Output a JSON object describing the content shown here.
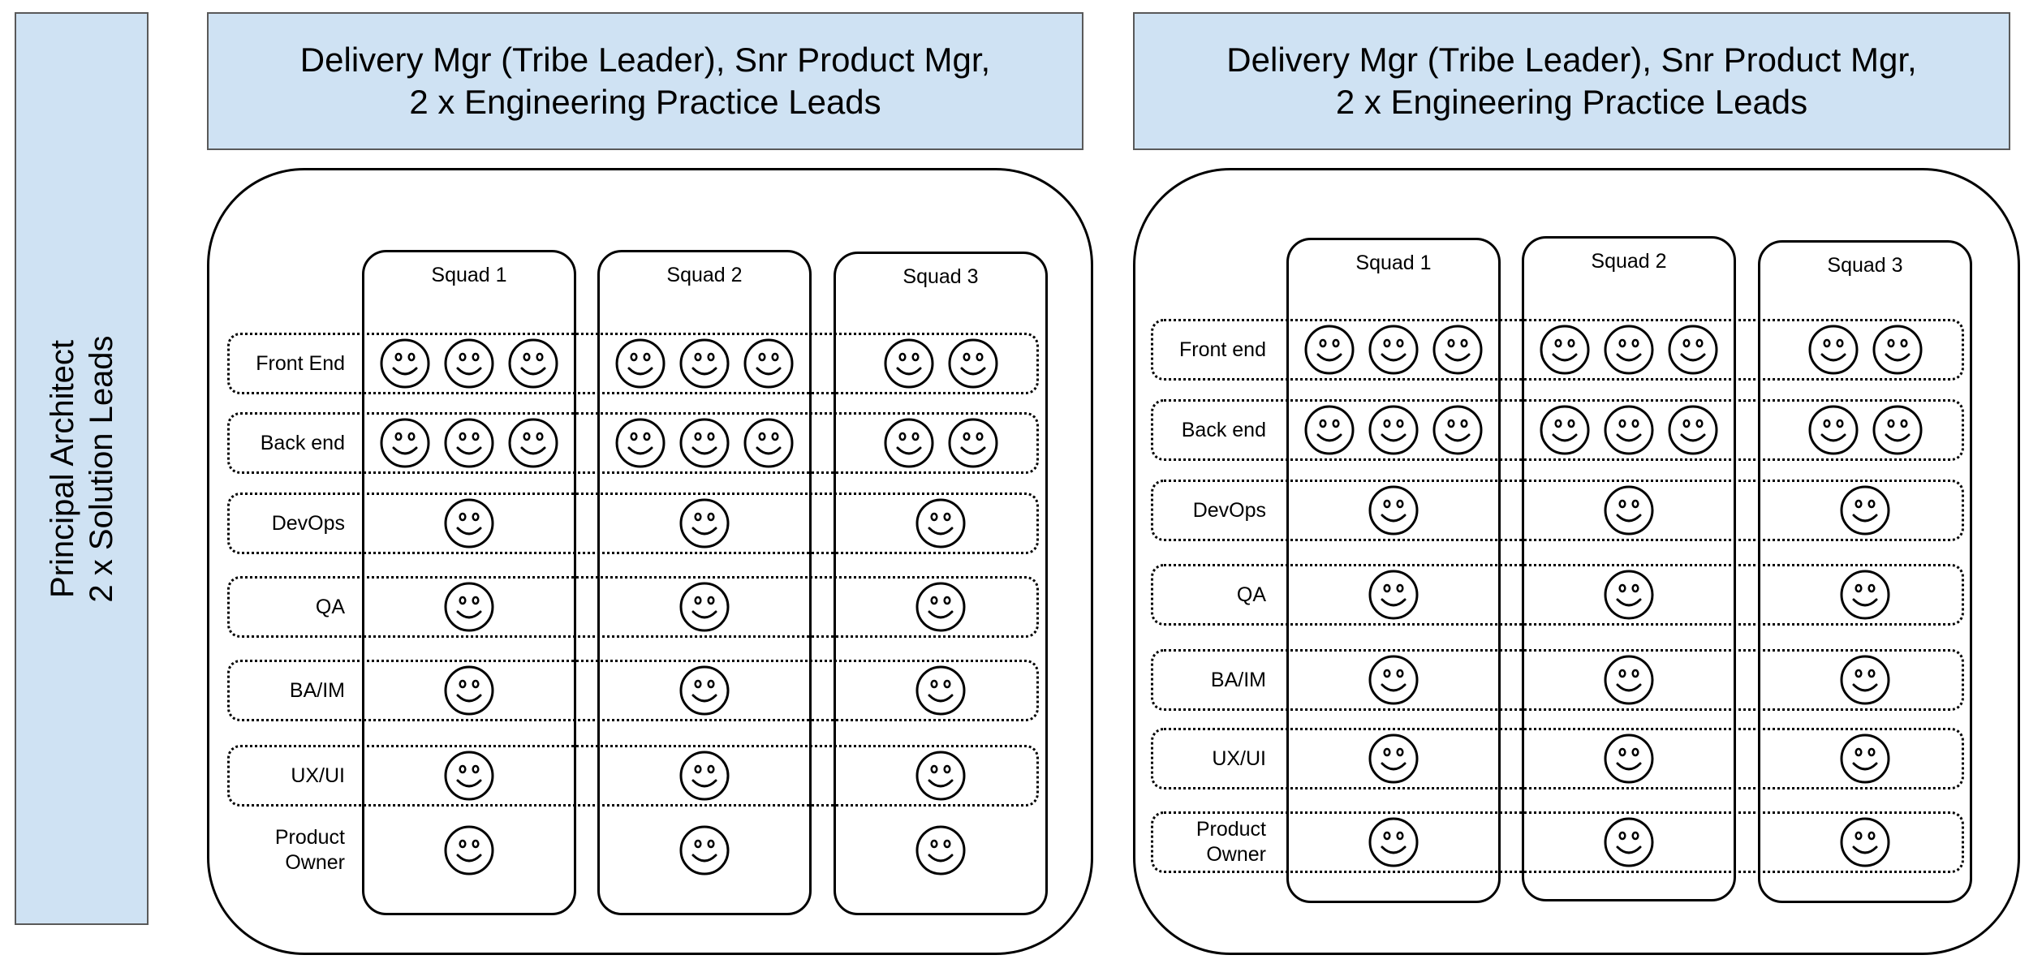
{
  "side_bar": {
    "line1": "Principal Architect",
    "line2": "2 x Solution Leads"
  },
  "tribes": [
    {
      "header_line1": "Delivery Mgr (Tribe Leader), Snr Product Mgr,",
      "header_line2": "2 x Engineering Practice Leads",
      "squads": [
        "Squad 1",
        "Squad 2",
        "Squad 3"
      ],
      "roles": [
        {
          "line1": "Front End",
          "line2": "",
          "counts": [
            3,
            3,
            2
          ]
        },
        {
          "line1": "Back end",
          "line2": "",
          "counts": [
            3,
            3,
            2
          ]
        },
        {
          "line1": "DevOps",
          "line2": "",
          "counts": [
            1,
            1,
            1
          ]
        },
        {
          "line1": "QA",
          "line2": "",
          "counts": [
            1,
            1,
            1
          ]
        },
        {
          "line1": "BA/IM",
          "line2": "",
          "counts": [
            1,
            1,
            1
          ]
        },
        {
          "line1": "UX/UI",
          "line2": "",
          "counts": [
            1,
            1,
            1
          ]
        },
        {
          "line1": "Product",
          "line2": "Owner",
          "counts": [
            1,
            1,
            1
          ]
        }
      ]
    },
    {
      "header_line1": "Delivery Mgr (Tribe Leader), Snr Product Mgr,",
      "header_line2": "2 x Engineering Practice Leads",
      "squads": [
        "Squad 1",
        "Squad 2",
        "Squad 3"
      ],
      "roles": [
        {
          "line1": "Front end",
          "line2": "",
          "counts": [
            3,
            3,
            2
          ]
        },
        {
          "line1": "Back end",
          "line2": "",
          "counts": [
            3,
            3,
            2
          ]
        },
        {
          "line1": "DevOps",
          "line2": "",
          "counts": [
            1,
            1,
            1
          ]
        },
        {
          "line1": "QA",
          "line2": "",
          "counts": [
            1,
            1,
            1
          ]
        },
        {
          "line1": "BA/IM",
          "line2": "",
          "counts": [
            1,
            1,
            1
          ]
        },
        {
          "line1": "UX/UI",
          "line2": "",
          "counts": [
            1,
            1,
            1
          ]
        },
        {
          "line1": "Product",
          "line2": "Owner",
          "counts": [
            1,
            1,
            1
          ]
        }
      ]
    }
  ]
}
